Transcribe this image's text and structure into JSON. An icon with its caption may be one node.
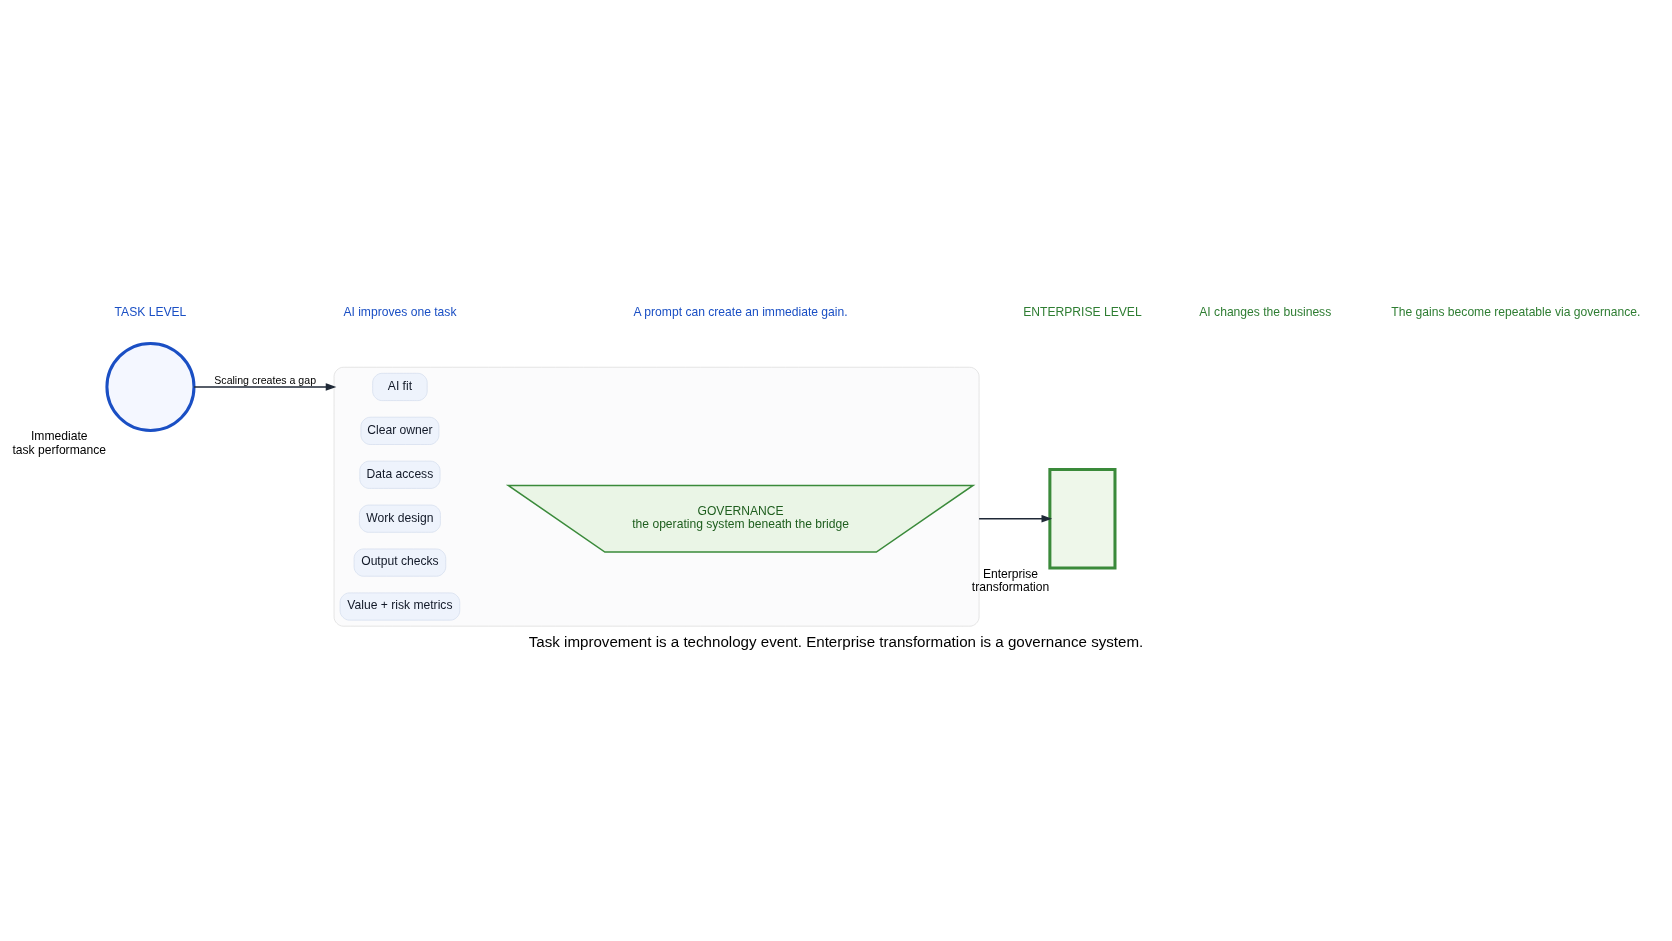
{
  "diagram": {
    "caption": "Task improvement is a technology event. Enterprise transformation is a governance system.",
    "nodes": [
      {
        "text": [],
        "shape": "circle",
        "beside": [
          "Immediate",
          "task performance"
        ]
      },
      {
        "text": [],
        "shape": "box"
      },
      {
        "text": [
          "AI fit"
        ],
        "in": 1
      },
      {
        "text": [
          "Clear owner"
        ],
        "in": 1
      },
      {
        "text": [
          "Data access"
        ],
        "in": 1
      },
      {
        "text": [
          "Work design"
        ],
        "in": 1
      },
      {
        "text": [
          "Output checks"
        ],
        "in": 1
      },
      {
        "text": [
          "Value + risk metrics"
        ],
        "in": 1
      },
      {
        "text": [
          "GOVERNANCE",
          "the operating system beneath the bridge"
        ],
        "in": 1
      },
      {
        "text": [],
        "shape": "box",
        "beside": [
          "Enterprise",
          "transformation"
        ]
      }
    ],
    "edges": [
      {
        "from": 0,
        "to": 1,
        "arrow": "to",
        "label": "Scaling creates a gap"
      },
      {
        "from": 1,
        "to": 9,
        "arrow": "to"
      }
    ],
    "labels": [
      "TASK LEVEL",
      "AI improves one task",
      "A prompt can create an immediate gain.",
      "ENTERPRISE LEVEL",
      "AI changes the business",
      "The gains become repeatable via governance."
    ]
  }
}
